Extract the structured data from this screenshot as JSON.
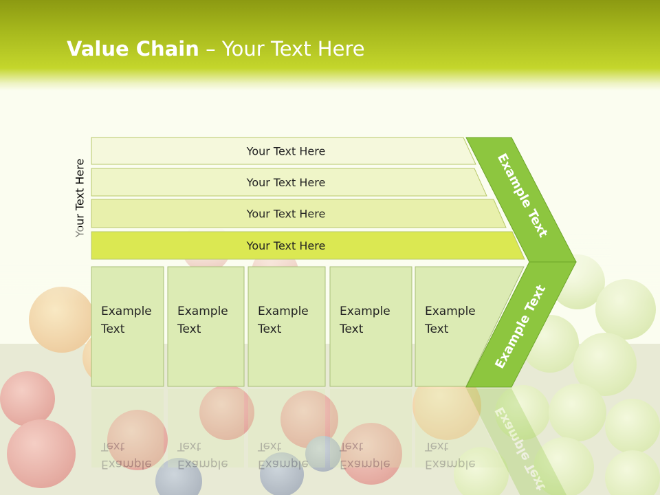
{
  "title": {
    "bold": "Value Chain",
    "rest": " – Your Text Here"
  },
  "side_label": "Your Text Here",
  "support_rows": [
    "Your Text Here",
    "Your Text Here",
    "Your Text Here",
    "Your Text Here"
  ],
  "activities": [
    [
      "Example",
      "Text"
    ],
    [
      "Example",
      "Text"
    ],
    [
      "Example",
      "Text"
    ],
    [
      "Example",
      "Text"
    ],
    [
      "Example",
      "Text"
    ]
  ],
  "chevron_top_label": "Example Text",
  "chevron_bottom_label": "Example Text",
  "colors": {
    "header": "#a7b91d",
    "row1": "#f5f8dc",
    "row2": "#eff5c8",
    "row3": "#e8f0ac",
    "row4": "#dbe852",
    "activity_box": "#dcebb4",
    "chevron": "#8dc63f",
    "fruit_red": "#d6605a",
    "grape_green": "#c8e08a"
  }
}
